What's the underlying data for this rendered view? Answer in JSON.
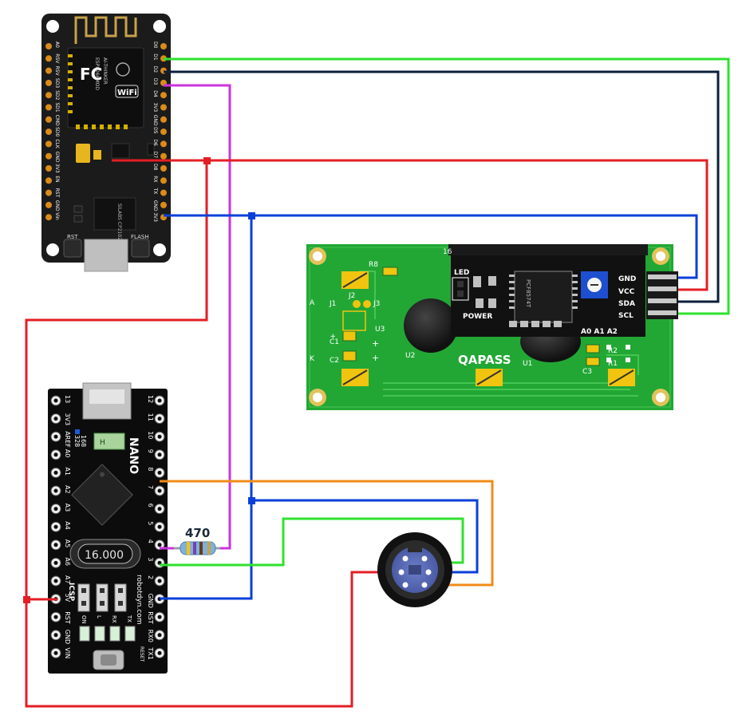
{
  "esp_board": {
    "fc_mark": "FC",
    "wifi_mark": "WiFi",
    "module_text": "ESP8266MOD",
    "vendor_text": "AI-THINKER",
    "usb_chip_text": "SILABS CP2102",
    "rst_label": "RST",
    "flash_label": "FLASH",
    "left_pins": [
      "A0",
      "RSV",
      "RSV",
      "SD3",
      "SD2",
      "SD1",
      "CMD",
      "SD0",
      "CLK",
      "GND",
      "3V3",
      "EN",
      "RST",
      "GND",
      "Vin"
    ],
    "right_pins": [
      "D0",
      "D1",
      "D2",
      "D3",
      "D4",
      "3V3",
      "GND",
      "D5",
      "D6",
      "D7",
      "D8",
      "RX",
      "TX",
      "GND",
      "3V3"
    ]
  },
  "lcd_module": {
    "brand_text": "QAPASS",
    "header_16": "16",
    "led_label": "LED",
    "power_label": "POWER",
    "address_label": "A0 A1 A2",
    "chip_text": "PCF8574T",
    "labels_pcb": [
      "A",
      "K",
      "J1",
      "J2",
      "J3",
      "U2",
      "U3",
      "U1",
      "C1",
      "C2",
      "C3",
      "R2",
      "R1",
      "R8"
    ],
    "pins": [
      "GND",
      "VCC",
      "SDA",
      "SCL"
    ]
  },
  "nano_board": {
    "title": "NANO",
    "crystal_text": "16.000",
    "side_text": "robotdyn.com",
    "icsp_label": "ICSP",
    "chip_options": [
      "168",
      "328"
    ],
    "leds": [
      "ON",
      "L",
      "RX",
      "TX"
    ],
    "reset_label": "RESET",
    "left_pins": [
      "13",
      "3V3",
      "AREF",
      "A0",
      "A1",
      "A2",
      "A3",
      "A4",
      "A5",
      "A6",
      "A7",
      "5V",
      "RST",
      "GND",
      "VIN"
    ],
    "right_pins": [
      "12",
      "11",
      "10",
      "9",
      "8",
      "7",
      "6",
      "5",
      "4",
      "3",
      "2",
      "GND",
      "RST",
      "RX0",
      "TX1"
    ]
  },
  "resistor": {
    "label": "470"
  },
  "connector": {
    "type": "PS/2 socket"
  },
  "wire_colors": {
    "red": "#e31e24",
    "blue": "#0a3fd8",
    "green": "#2fe22f",
    "navy": "#0b1f3a",
    "magenta": "#cc33e0",
    "orange": "#f28c18"
  }
}
